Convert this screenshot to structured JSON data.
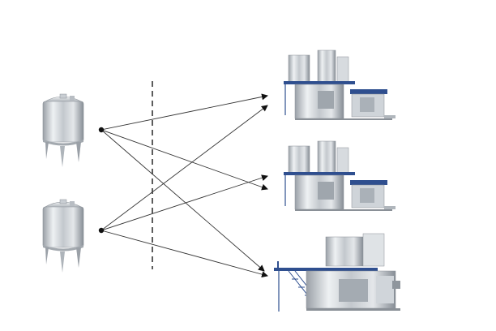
{
  "diagram": {
    "description_labels": [],
    "palette": {
      "steel_light": "#e6e9ec",
      "steel_mid": "#b9bec4",
      "steel_dark": "#7c838b",
      "frame_blue": "#2f4f8f",
      "line": "#333333",
      "dashed": "#333333",
      "background": "#ffffff"
    },
    "tanks": [
      {
        "id": "tank-top",
        "icon": "storage-tank-icon"
      },
      {
        "id": "tank-bottom",
        "icon": "storage-tank-icon"
      }
    ],
    "machines": [
      {
        "id": "machine-top",
        "icon": "filling-machine-icon"
      },
      {
        "id": "machine-middle",
        "icon": "filling-machine-icon"
      },
      {
        "id": "machine-bottom",
        "icon": "filling-machine-large-icon"
      }
    ],
    "connections": [
      {
        "from": "tank-top",
        "to": "machine-top"
      },
      {
        "from": "tank-top",
        "to": "machine-middle"
      },
      {
        "from": "tank-top",
        "to": "machine-bottom"
      },
      {
        "from": "tank-bottom",
        "to": "machine-top"
      },
      {
        "from": "tank-bottom",
        "to": "machine-middle"
      },
      {
        "from": "tank-bottom",
        "to": "machine-bottom"
      }
    ]
  }
}
